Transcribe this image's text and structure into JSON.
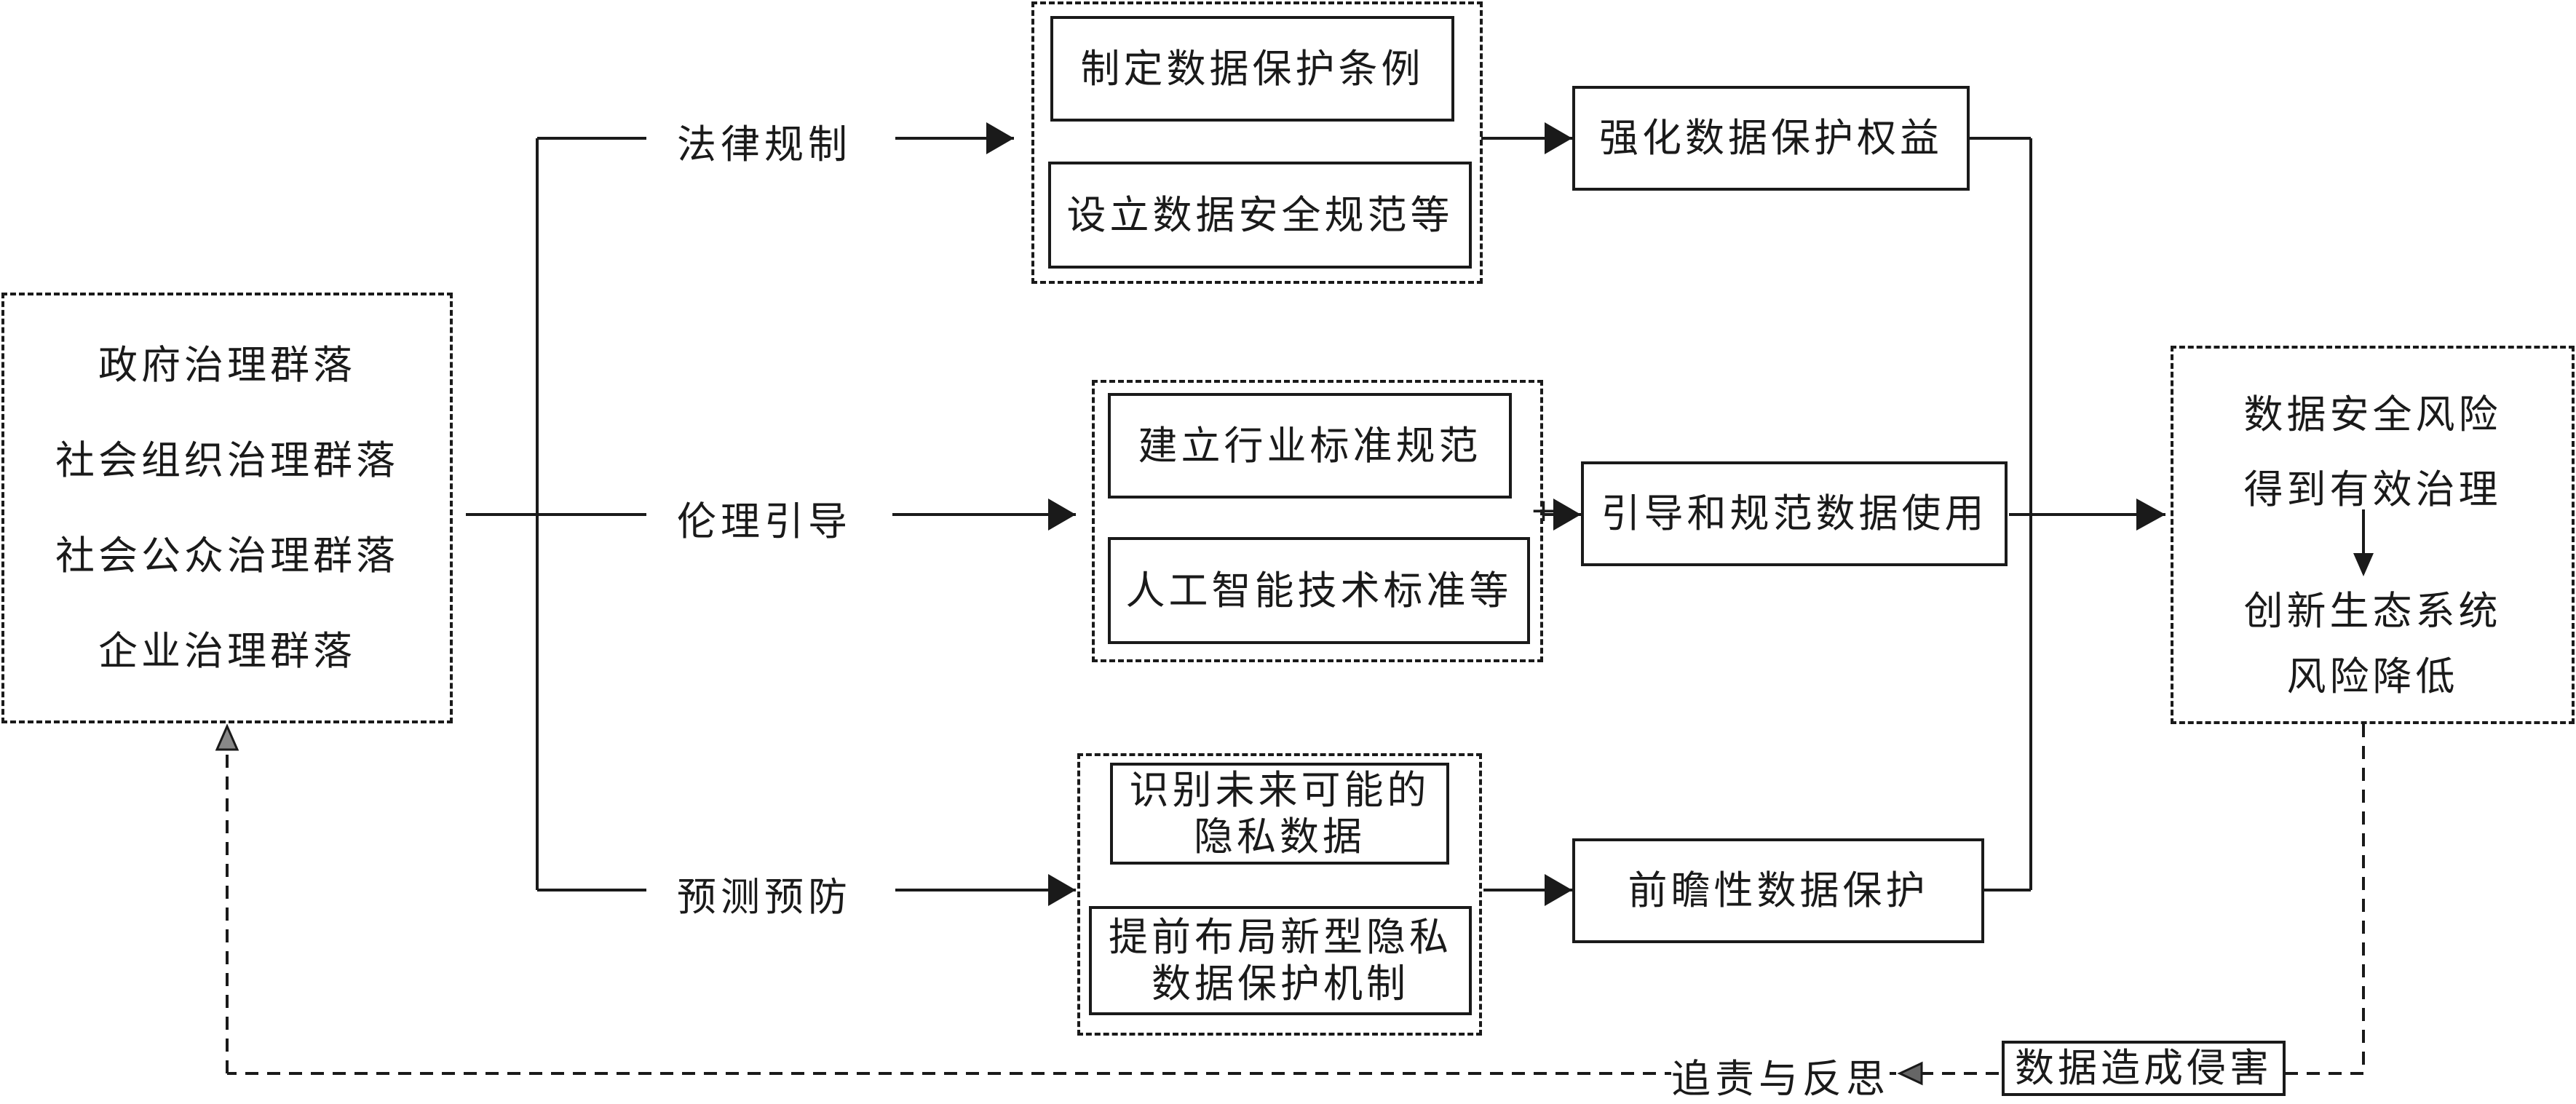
{
  "actors": {
    "items": [
      "政府治理群落",
      "社会组织治理群落",
      "社会公众治理群落",
      "企业治理群落"
    ]
  },
  "branches": [
    {
      "label": "法律规制",
      "measures": [
        "制定数据保护条例",
        "设立数据安全规范等"
      ],
      "result": "强化数据保护权益"
    },
    {
      "label": "伦理引导",
      "measures": [
        "建立行业标准规范",
        "人工智能技术标准等"
      ],
      "result": "引导和规范数据使用",
      "plus": "+"
    },
    {
      "label": "预测预防",
      "measures": [
        "识别未来可能的隐私数据",
        "提前布局新型隐私数据保护机制"
      ],
      "measure_lines": [
        [
          "识别未来可能的",
          "隐私数据"
        ],
        [
          "提前布局新型隐私",
          "数据保护机制"
        ]
      ],
      "result": "前瞻性数据保护"
    }
  ],
  "outcome": {
    "line1": "数据安全风险",
    "line2": "得到有效治理",
    "line3": "创新生态系统",
    "line4": "风险降低"
  },
  "feedback": {
    "trigger": "数据造成侵害",
    "action": "追责与反思"
  }
}
